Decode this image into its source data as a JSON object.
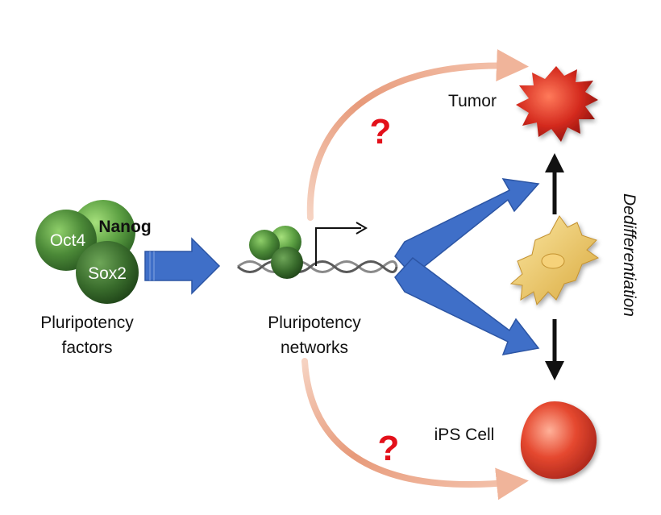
{
  "diagram": {
    "factors": {
      "oct4": "Oct4",
      "nanog": "Nanog",
      "sox2": "Sox2",
      "caption_line1": "Pluripotency",
      "caption_line2": "factors"
    },
    "networks": {
      "caption_line1": "Pluripotency",
      "caption_line2": "networks"
    },
    "outcomes": {
      "tumor": "Tumor",
      "ips": "iPS Cell",
      "side_label": "Dedifferentiation"
    },
    "question_mark": "?"
  },
  "colors": {
    "blue_arrow": "#3f6fc8",
    "sphere_green": "#3d7a30",
    "tumor_red": "#d42a1e",
    "ips_red": "#e5482f",
    "curved_arrow": "#efa98a",
    "question_red": "#e3101a",
    "somatic_cell": "#e8c560"
  },
  "icons": [
    "green-sphere-icon",
    "dna-helix-icon",
    "transcription-start-arrow-icon",
    "tumor-cell-icon",
    "ips-cell-icon",
    "somatic-cell-icon"
  ]
}
